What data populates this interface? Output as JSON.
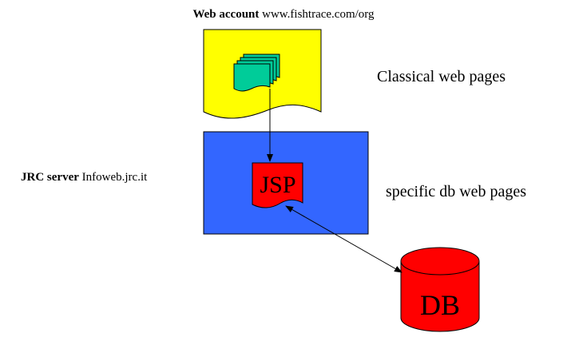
{
  "labels": {
    "web_account_bold": "Web account",
    "web_account_url": "www.fishtrace.com/org",
    "classical": "Classical web pages",
    "jrc_bold": "JRC server",
    "jrc_host": "Infoweb.jrc.it",
    "specific": "specific db web pages",
    "jsp": "JSP",
    "db": "DB"
  },
  "colors": {
    "web_document": "#ffff00",
    "page_stack": "#00cc99",
    "server_box": "#3366ff",
    "jsp_document": "#ff0000",
    "database": "#ff0000"
  }
}
